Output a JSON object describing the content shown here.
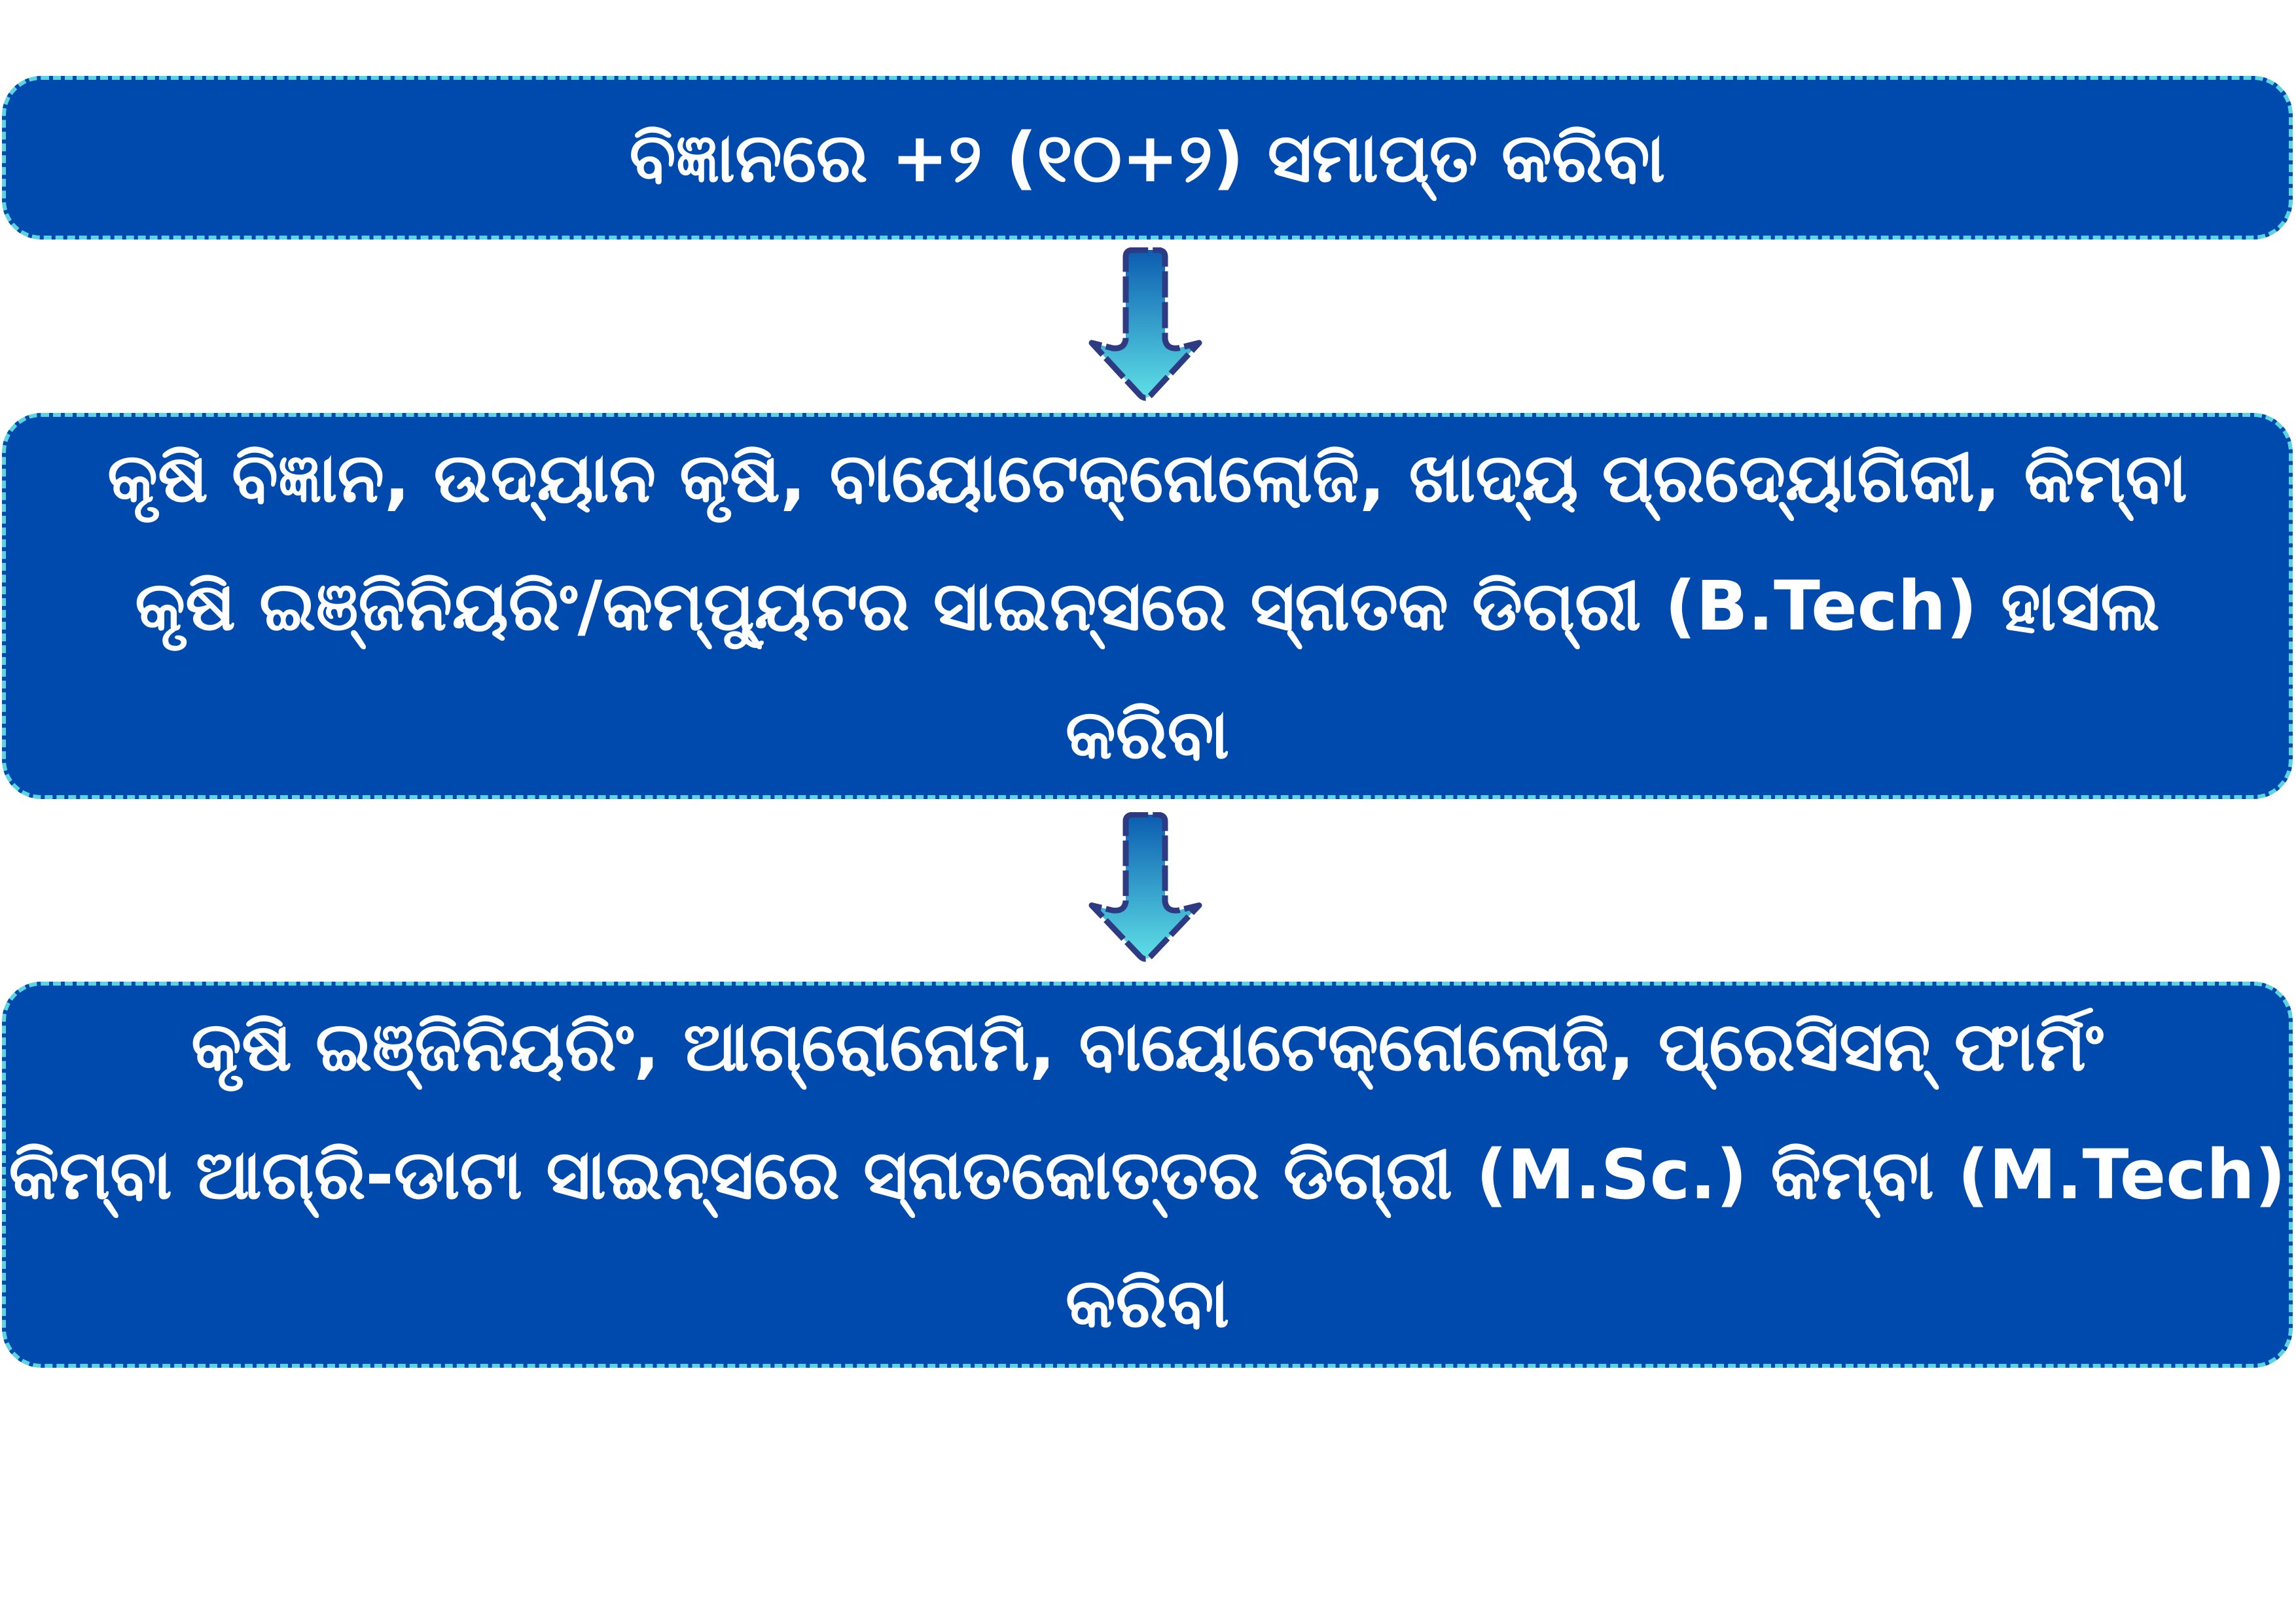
{
  "flowchart": {
    "steps": [
      {
        "lines": [
          "ବିଜ୍ଞାନରେ +୨ (୧୦+୨) ସମାପ୍ତ କରିବା"
        ]
      },
      {
        "lines": [
          "କୃଷି ବିଜ୍ଞାନ, ଉଦ୍ୟାନ କୃଷି, ବାୟୋଟେକ୍ନୋଲୋଜି, ଖାଦ୍ୟ ପ୍ରଦ୍ୟୋଗିକୀ, କିମ୍ବା",
          "କୃଷି ଇଞ୍ଜିନିୟରିଂ/କମ୍ପ୍ୟୁଟର ସାଇନ୍ସରେ ସ୍ନାତକ ଡିଗ୍ରୀ (B.Tech) ହାସଲ",
          "କରିବା"
        ]
      },
      {
        "lines": [
          "କୃଷି ଇଞ୍ଜିନିୟରିଂ, ଆଗ୍ରୋନୋମି, ବାୟୋଟେକ୍ନୋଲୋଜି, ପ୍ରେସିସନ୍ ଫାର୍ମିଂ",
          "କିମ୍ବା ଆଗ୍ରି-ଡାଟା ସାଇନ୍ସରେ ସ୍ନାତକୋତ୍ତର ଡିଗ୍ରୀ  (M.Sc.) କିମ୍ବା (M.Tech)",
          "କରିବା"
        ]
      }
    ],
    "connector_icon": "down-arrow-icon",
    "colors": {
      "box_fill": "#004aad",
      "box_border": "#5ad4e0",
      "arrow_top": "#0b5cb0",
      "arrow_bottom": "#5ee0e6",
      "arrow_outline": "#2e3a82",
      "text": "#ffffff"
    }
  }
}
